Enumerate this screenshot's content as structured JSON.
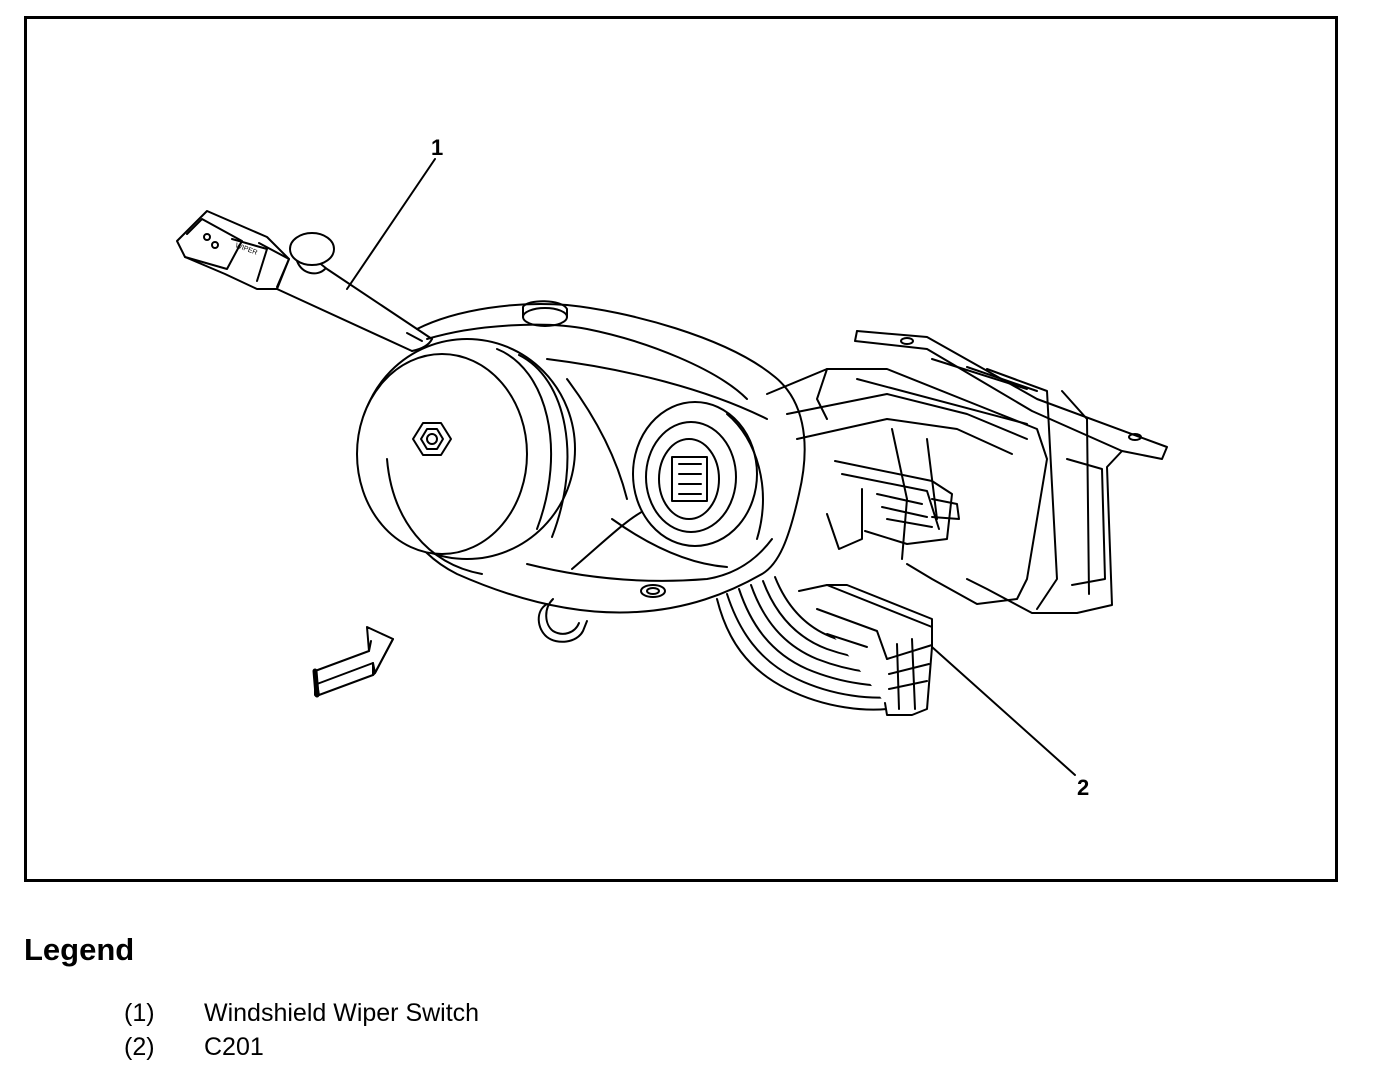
{
  "figure": {
    "callouts": [
      {
        "label": "1"
      },
      {
        "label": "2"
      }
    ],
    "stalk_text": {
      "wiper": "WIPER"
    }
  },
  "legend": {
    "title": "Legend",
    "items": [
      {
        "number": "(1)",
        "text": "Windshield Wiper Switch"
      },
      {
        "number": "(2)",
        "text": "C201"
      }
    ]
  }
}
